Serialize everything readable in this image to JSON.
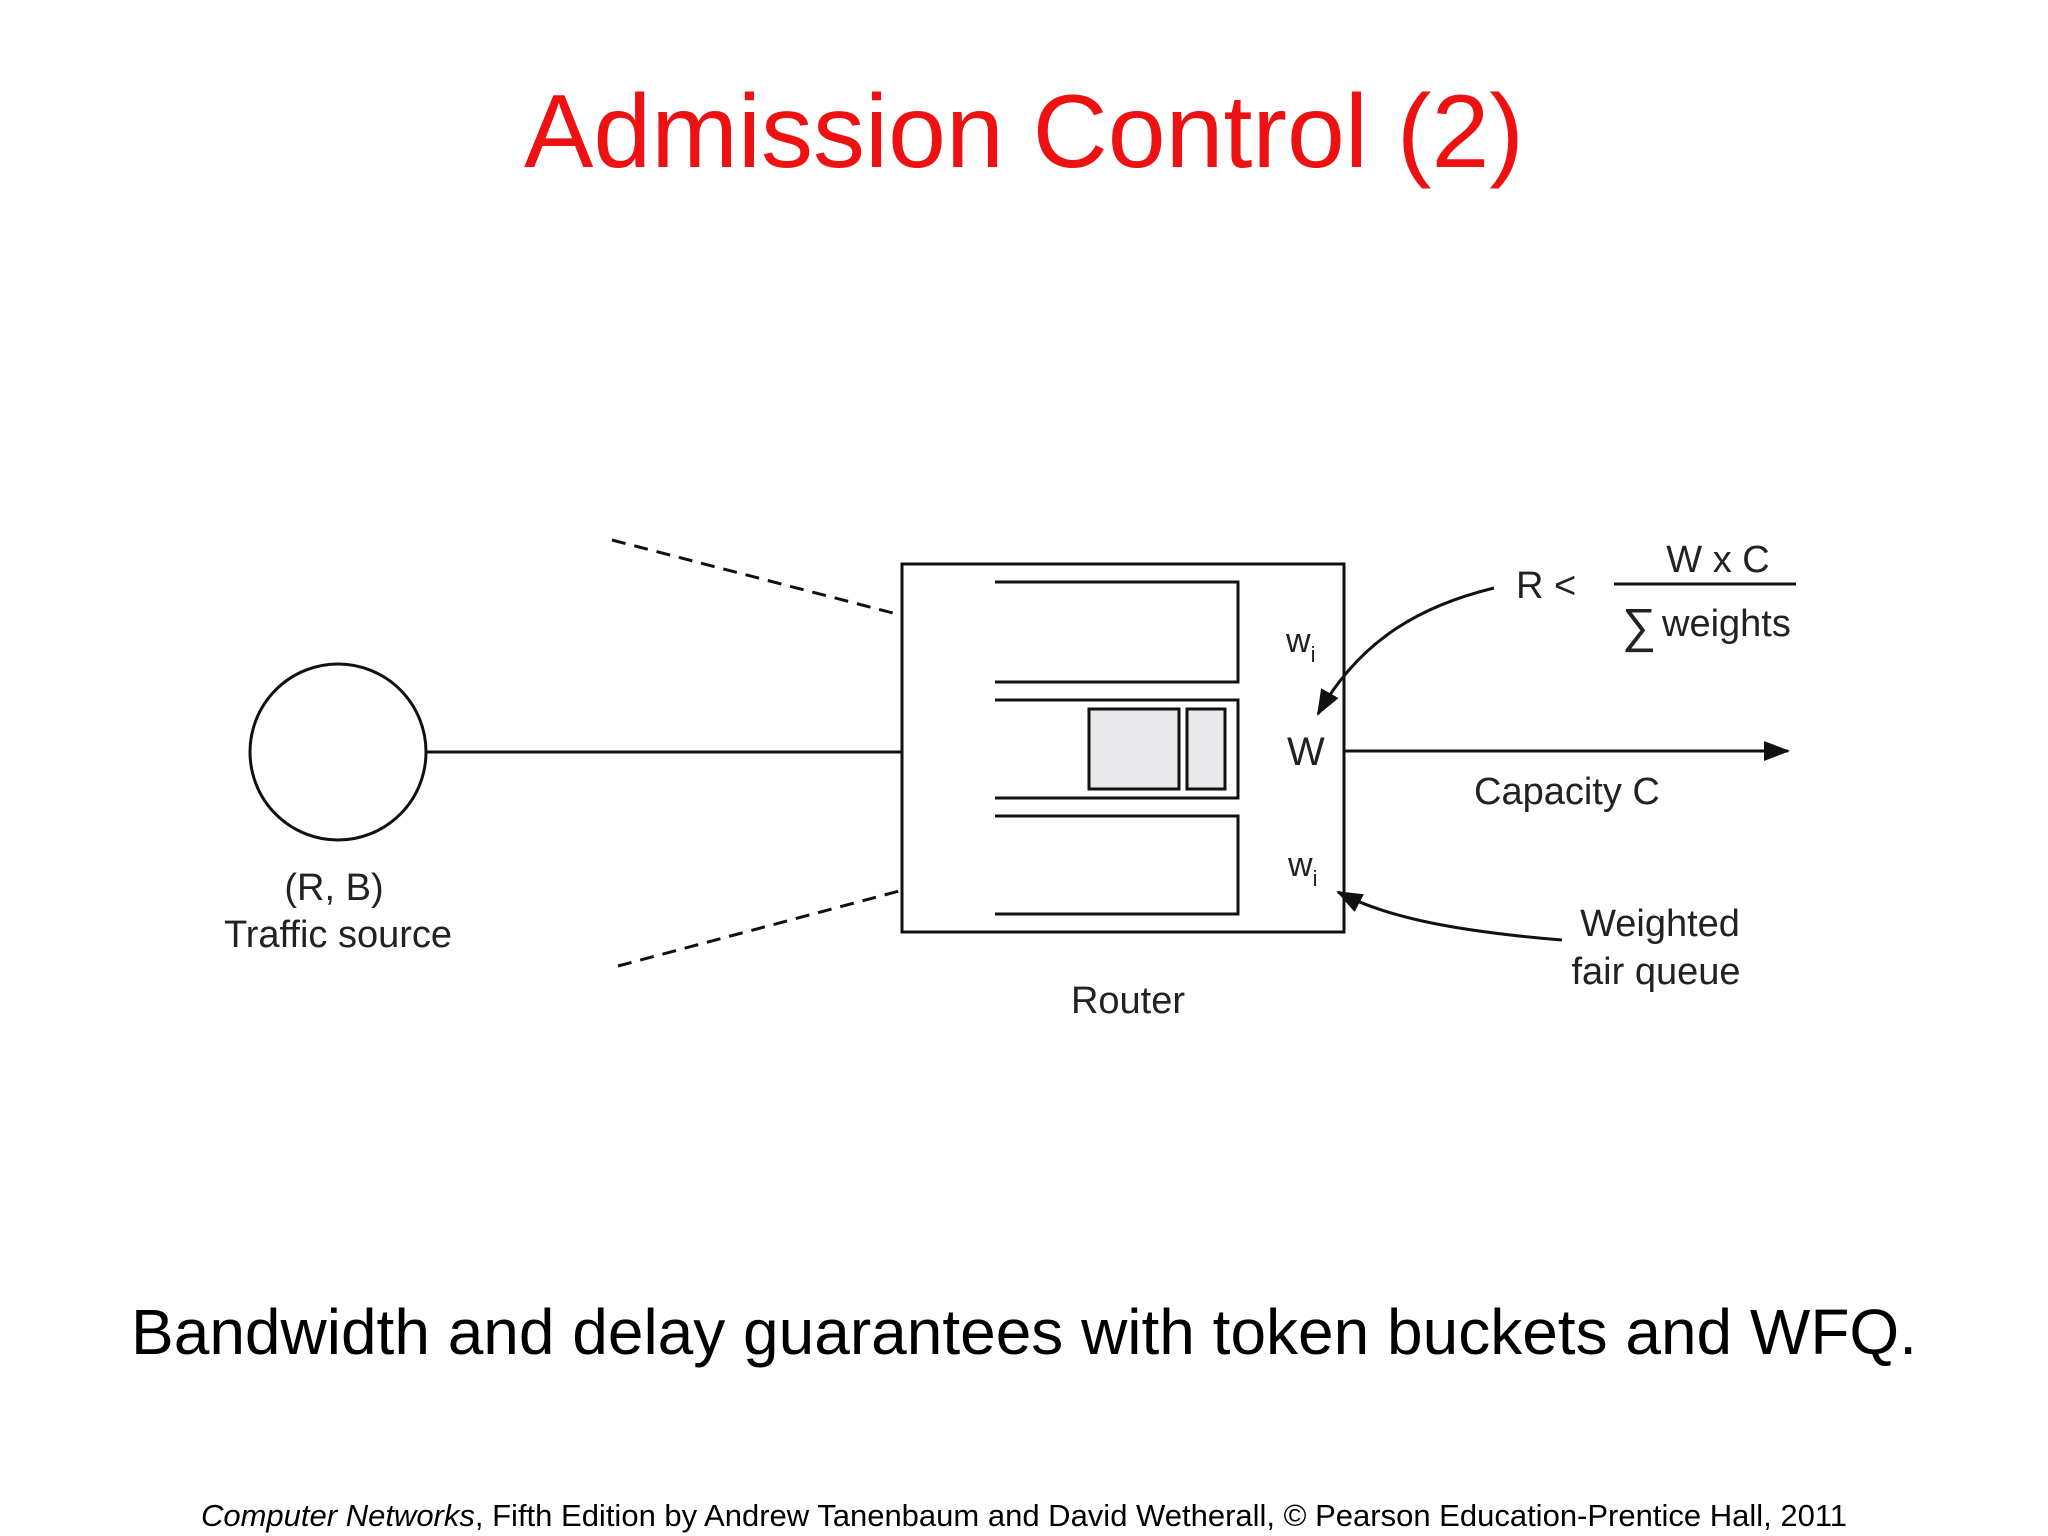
{
  "slide": {
    "title": "Admission Control (2)",
    "caption": "Bandwidth and delay guarantees with token buckets and WFQ.",
    "footer_book": "Computer Networks",
    "footer_rest": ", Fifth Edition by Andrew Tanenbaum and David Wetherall, © Pearson Education-Prentice Hall, 2011"
  },
  "diagram": {
    "source_params": "(R, B)",
    "source_label": "Traffic source",
    "router_label": "Router",
    "weight_top": "w",
    "weight_top_sub": "i",
    "weight_mid": "W",
    "weight_bottom": "w",
    "weight_bottom_sub": "i",
    "capacity_label": "Capacity C",
    "formula_lhs": "R <",
    "formula_numerator": "W x C",
    "formula_sigma": "∑",
    "formula_denominator": "weights",
    "wfq_line1": "Weighted",
    "wfq_line2": "fair queue"
  }
}
